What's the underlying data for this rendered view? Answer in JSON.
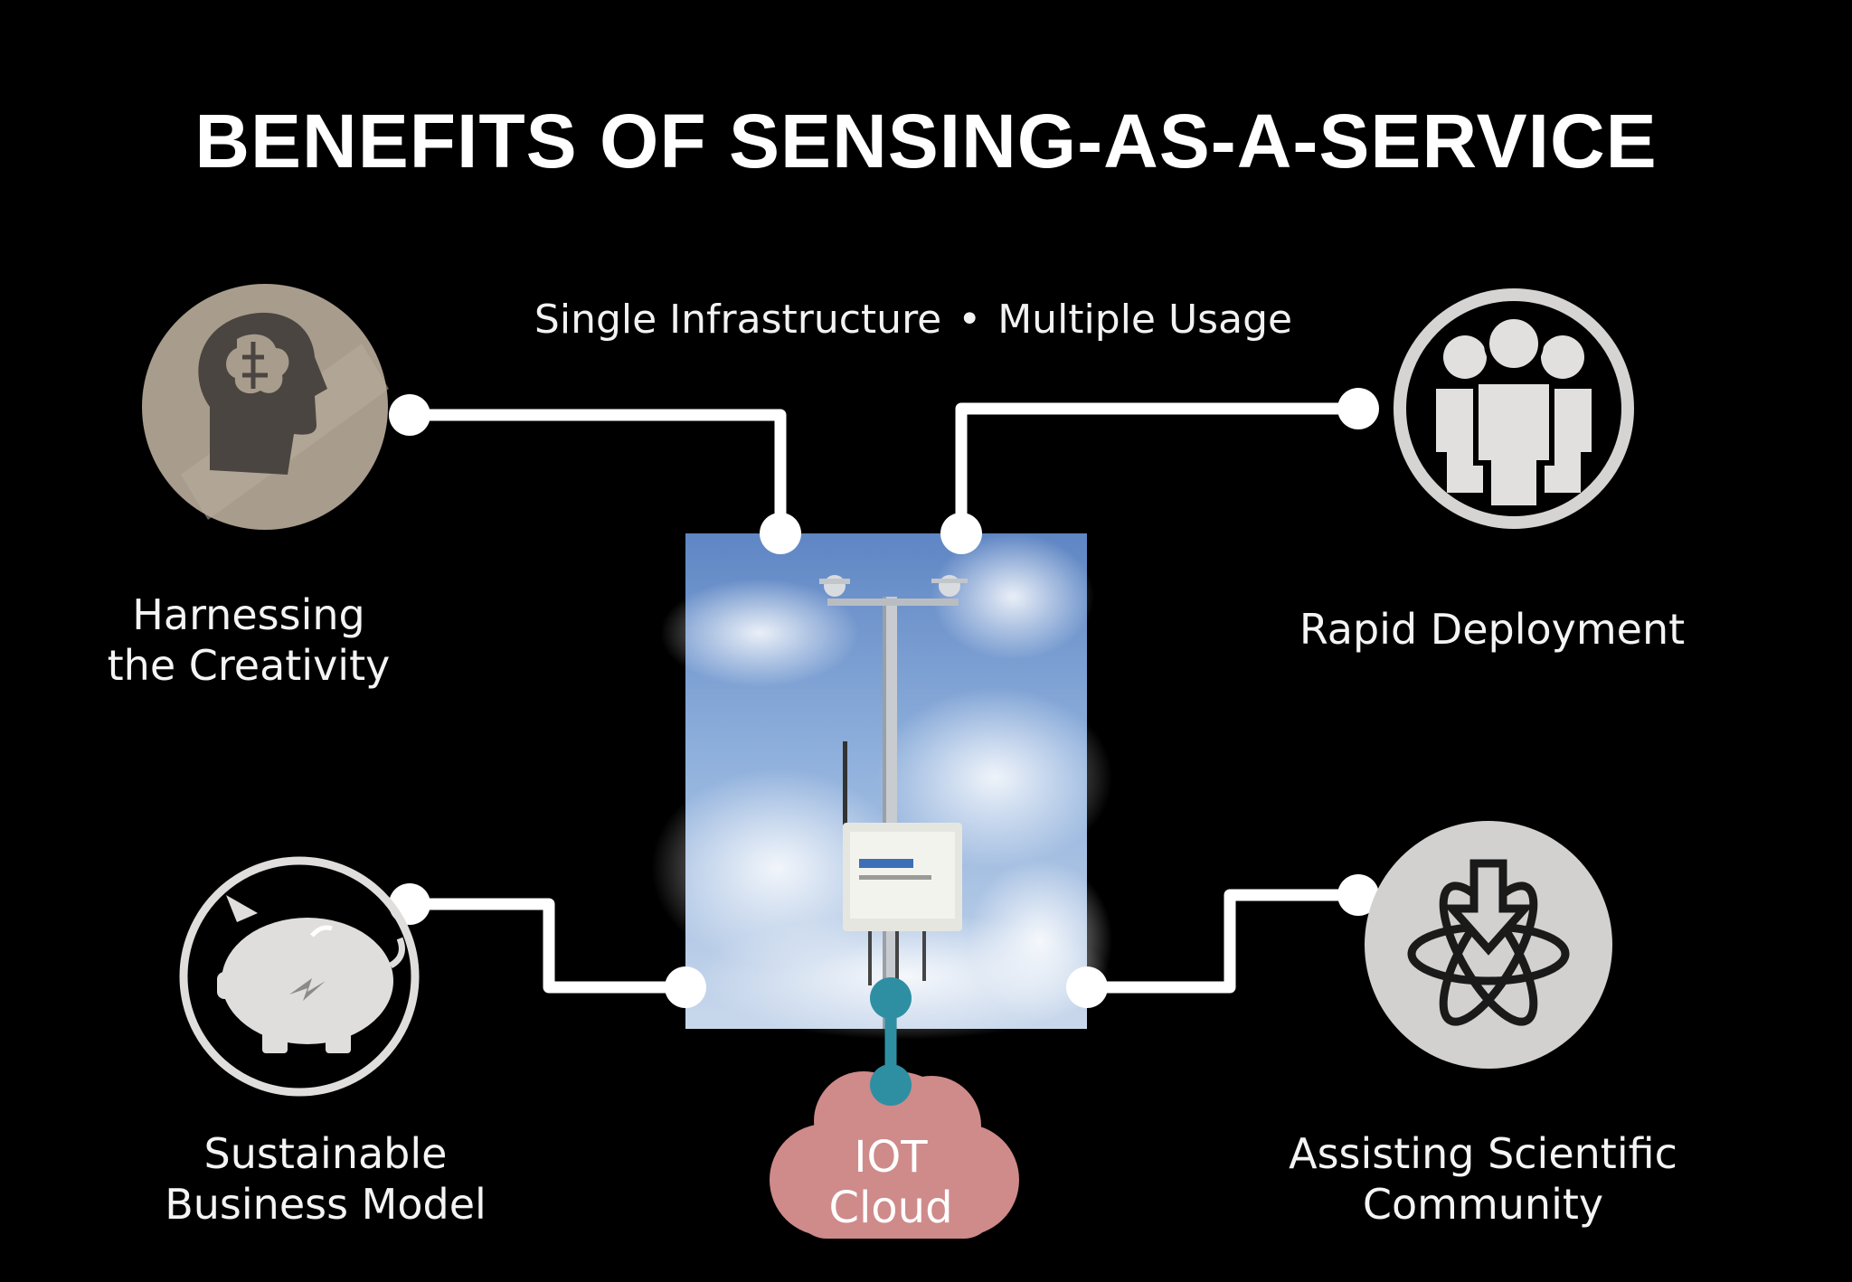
{
  "slide": {
    "title": "BENEFITS OF SENSING-AS-A-SERVICE",
    "subtitle_left": "Single Infrastructure",
    "subtitle_sep": "•",
    "subtitle_right": "Multiple Usage"
  },
  "benefits": {
    "creativity": {
      "line1": "Harnessing",
      "line2": "the Creativity",
      "icon": "brain-head-icon"
    },
    "deployment": {
      "line1": "Rapid Deployment",
      "icon": "people-group-icon"
    },
    "business": {
      "line1": "Sustainable",
      "line2": "Business Model",
      "icon": "piggy-bank-icon"
    },
    "science": {
      "line1": "Assisting Scientific",
      "line2": "Community",
      "icon": "atom-download-icon"
    }
  },
  "cloud": {
    "line1": "IOT",
    "line2": "Cloud",
    "icon": "cloud-icon"
  },
  "center_photo": {
    "icon": "weather-station-icon"
  },
  "colors": {
    "background": "#000000",
    "connector": "#ffffff",
    "cloud_link": "#2e8fa3",
    "cloud_fill": "#cf8a8a",
    "circle_warm": "#a89c8c",
    "circle_gray": "#d3d1cf"
  }
}
